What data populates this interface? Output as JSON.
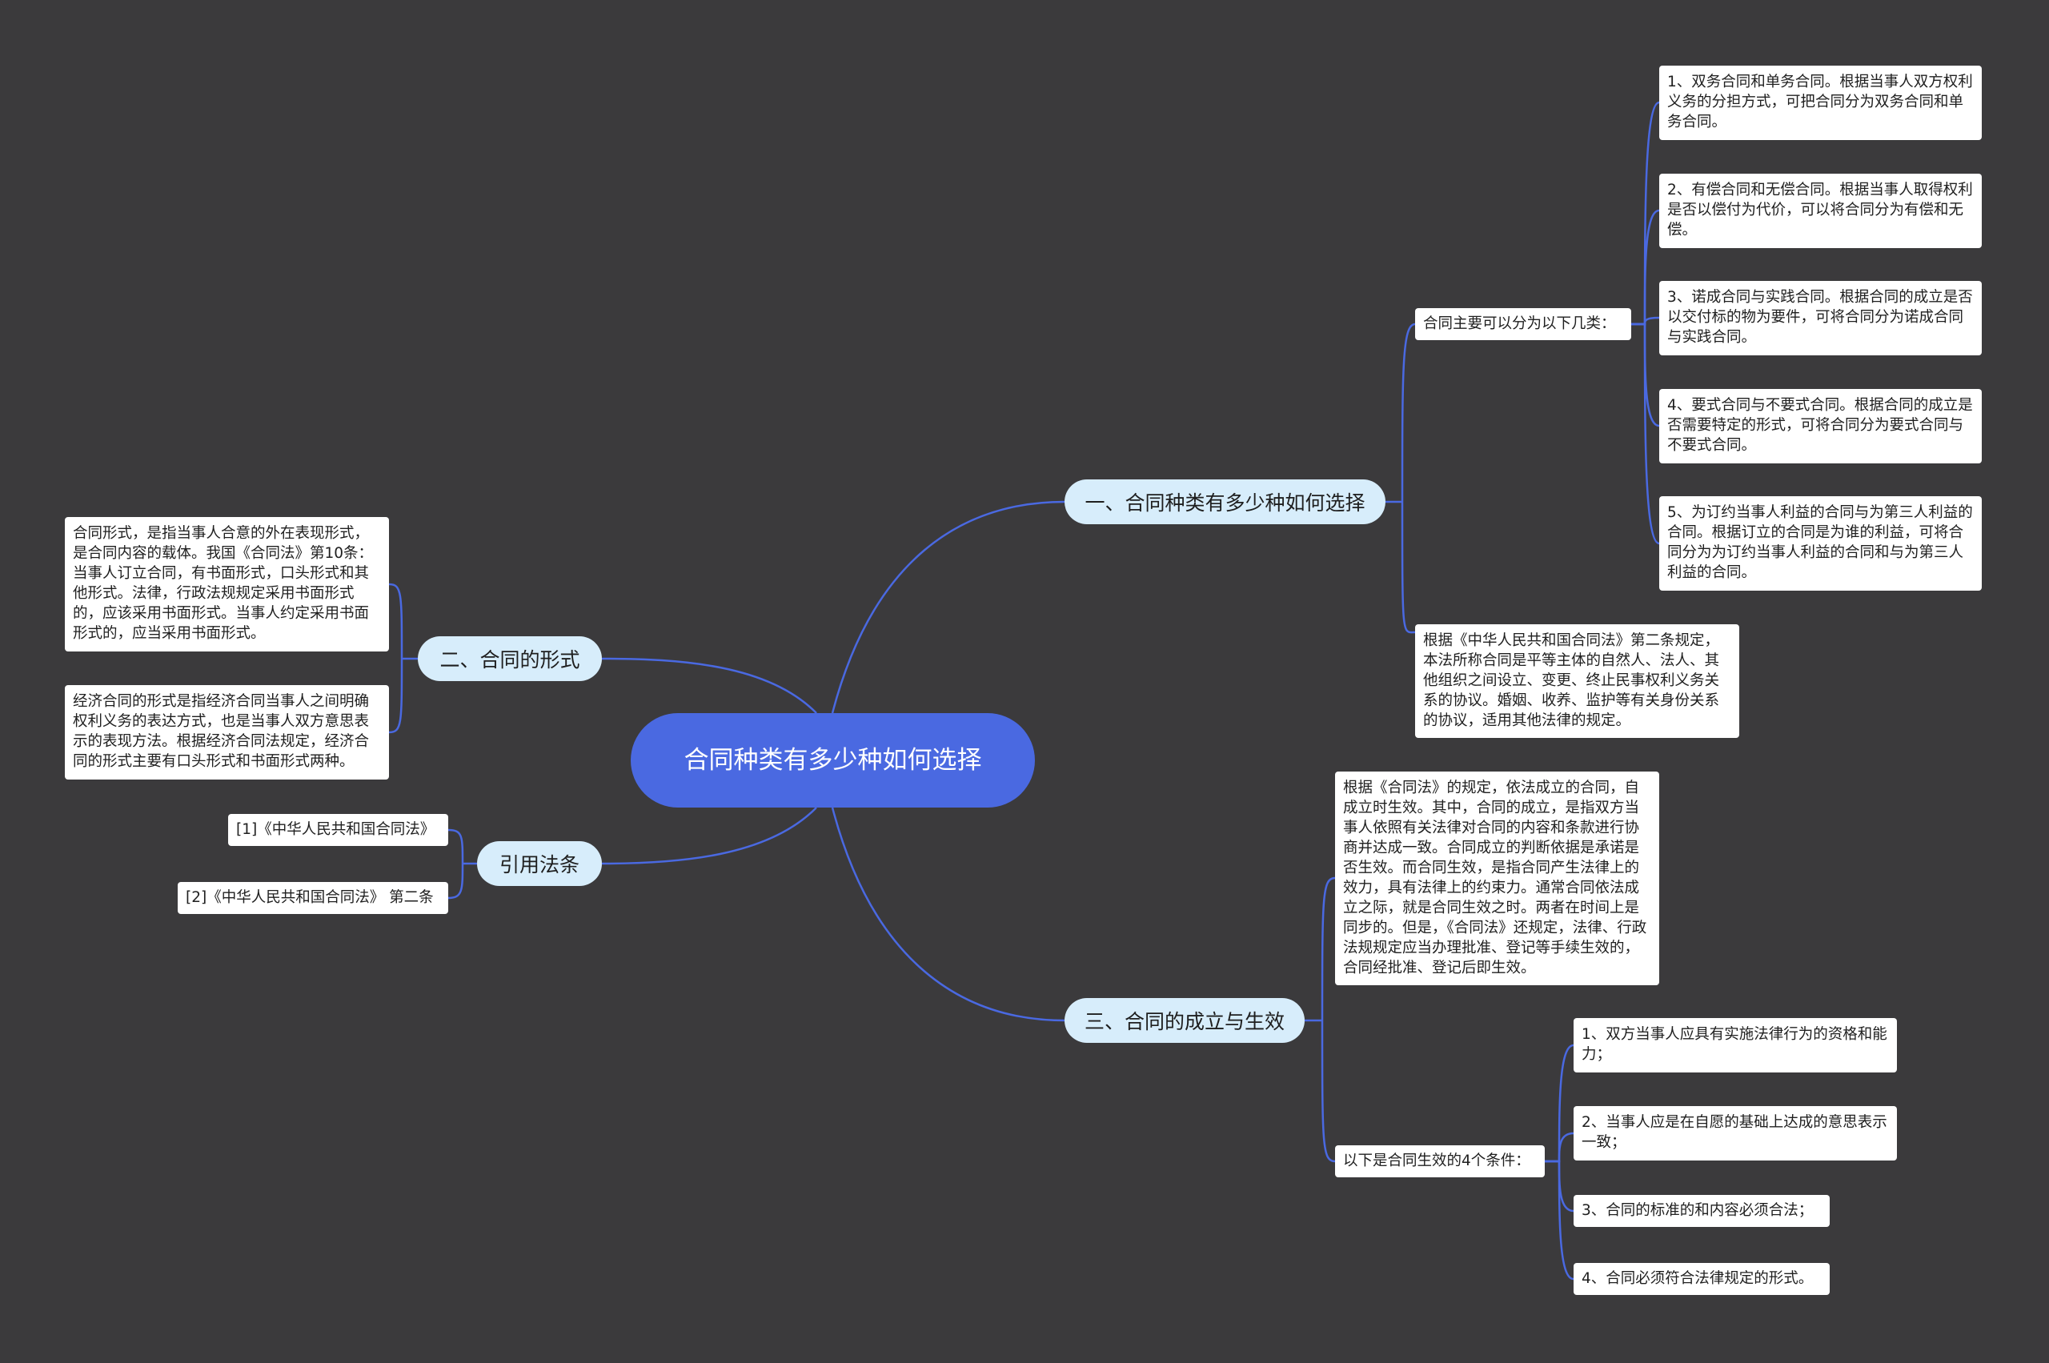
{
  "colors": {
    "background": "#3b3a3c",
    "root_fill": "#4a69e1",
    "branch_fill": "#d7edfb",
    "leaf_fill": "#ffffff",
    "connector": "#4a69e1"
  },
  "mindmap": {
    "root": "合同种类有多少种如何选择",
    "branch1": {
      "label": "一、合同种类有多少种如何选择",
      "sub1": {
        "label": "合同主要可以分为以下几类：",
        "items": [
          "1、双务合同和单务合同。根据当事人双方权利义务的分担方式，可把合同分为双务合同和单务合同。",
          "2、有偿合同和无偿合同。根据当事人取得权利是否以偿付为代价，可以将合同分为有偿和无偿。",
          "3、诺成合同与实践合同。根据合同的成立是否以交付标的物为要件，可将合同分为诺成合同与实践合同。",
          "4、要式合同与不要式合同。根据合同的成立是否需要特定的形式，可将合同分为要式合同与不要式合同。",
          "5、为订约当事人利益的合同与为第三人利益的合同。根据订立的合同是为谁的利益，可将合同分为为订约当事人利益的合同和与为第三人利益的合同。"
        ]
      },
      "sub2": "根据《中华人民共和国合同法》第二条规定，本法所称合同是平等主体的自然人、法人、其他组织之间设立、变更、终止民事权利义务关系的协议。婚姻、收养、监护等有关身份关系的协议，适用其他法律的规定。"
    },
    "branch2": {
      "label": "二、合同的形式",
      "items": [
        "合同形式，是指当事人合意的外在表现形式，是合同内容的载体。我国《合同法》第10条：当事人订立合同，有书面形式，口头形式和其他形式。法律，行政法规规定采用书面形式的，应该采用书面形式。当事人约定采用书面形式的，应当采用书面形式。",
        "经济合同的形式是指经济合同当事人之间明确权利义务的表达方式，也是当事人双方意思表示的表现方法。根据经济合同法规定，经济合同的形式主要有口头形式和书面形式两种。"
      ]
    },
    "branch3": {
      "label": "引用法条",
      "items": [
        "[1]《中华人民共和国合同法》",
        "[2]《中华人民共和国合同法》 第二条"
      ]
    },
    "branch4": {
      "label": "三、合同的成立与生效",
      "sub1": "根据《合同法》的规定，依法成立的合同，自成立时生效。其中，合同的成立，是指双方当事人依照有关法律对合同的内容和条款进行协商并达成一致。合同成立的判断依据是承诺是否生效。而合同生效，是指合同产生法律上的效力，具有法律上的约束力。通常合同依法成立之际，就是合同生效之时。两者在时间上是同步的。但是，《合同法》还规定，法律、行政法规规定应当办理批准、登记等手续生效的，合同经批准、登记后即生效。",
      "sub2": {
        "label": "以下是合同生效的4个条件：",
        "items": [
          "1、双方当事人应具有实施法律行为的资格和能力；",
          "2、当事人应是在自愿的基础上达成的意思表示一致；",
          "3、合同的标准的和内容必须合法；",
          "4、合同必须符合法律规定的形式。"
        ]
      }
    }
  }
}
